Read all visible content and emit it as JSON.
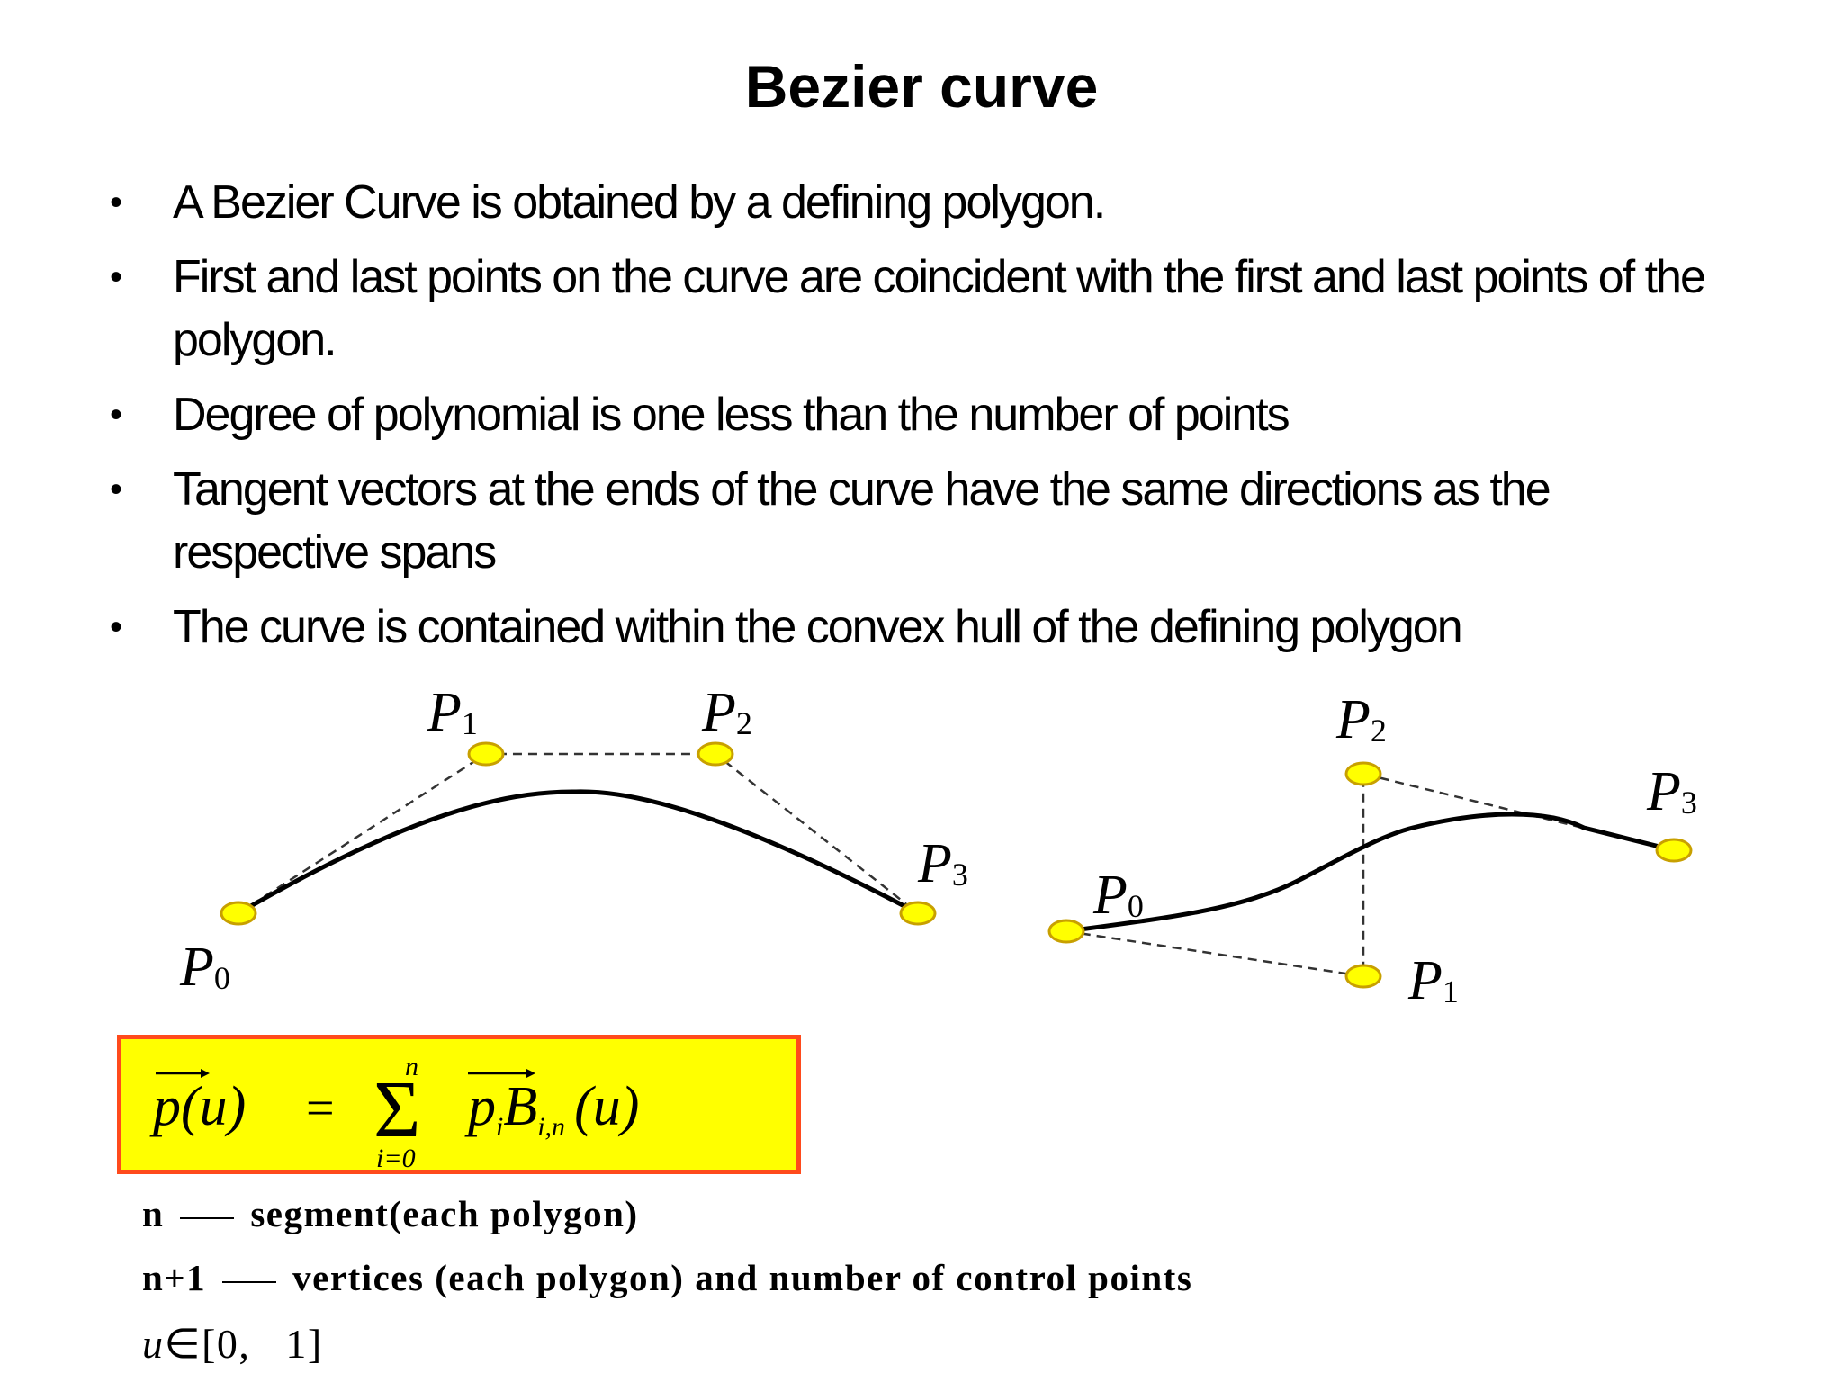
{
  "slide": {
    "title": "Bezier curve",
    "bullets": [
      "A Bezier Curve is obtained by a defining polygon.",
      "First and last points on the curve are coincident with the first and last points of the polygon.",
      "Degree of polynomial is one less than the number of points",
      "Tangent vectors at the ends of the curve have the same directions as the respective spans",
      "The curve is contained within the convex hull of the defining polygon"
    ],
    "bullet_symbol": "•"
  },
  "figure_left": {
    "labels": {
      "p0": "P",
      "p0_sub": "0",
      "p1": "P",
      "p1_sub": "1",
      "p2": "P",
      "p2_sub": "2",
      "p3": "P",
      "p3_sub": "3"
    }
  },
  "figure_right": {
    "labels": {
      "p0": "P",
      "p0_sub": "0",
      "p1": "P",
      "p1_sub": "1",
      "p2": "P",
      "p2_sub": "2",
      "p3": "P",
      "p3_sub": "3"
    }
  },
  "formula": {
    "lhs": "p(u)",
    "equals": "=",
    "sum_upper": "n",
    "sum_symbol": "Σ",
    "sum_lower": "i=0",
    "term_p": "p",
    "term_p_sub": "i",
    "term_b": "B",
    "term_b_sub": "i,n",
    "term_arg": "(u)"
  },
  "definitions": [
    {
      "symbol": "n",
      "text": "segment(each polygon)"
    },
    {
      "symbol": "n+1",
      "text": "vertices (each polygon) and number of control points"
    }
  ],
  "domain": {
    "var": "u",
    "rel": "∈",
    "interval_open": "[0,",
    "interval_close": "1]"
  },
  "colors": {
    "point_fill": "#ffff00",
    "point_stroke": "#c8a000",
    "box_fill": "#ffff00",
    "box_border": "#ff4a1c"
  }
}
